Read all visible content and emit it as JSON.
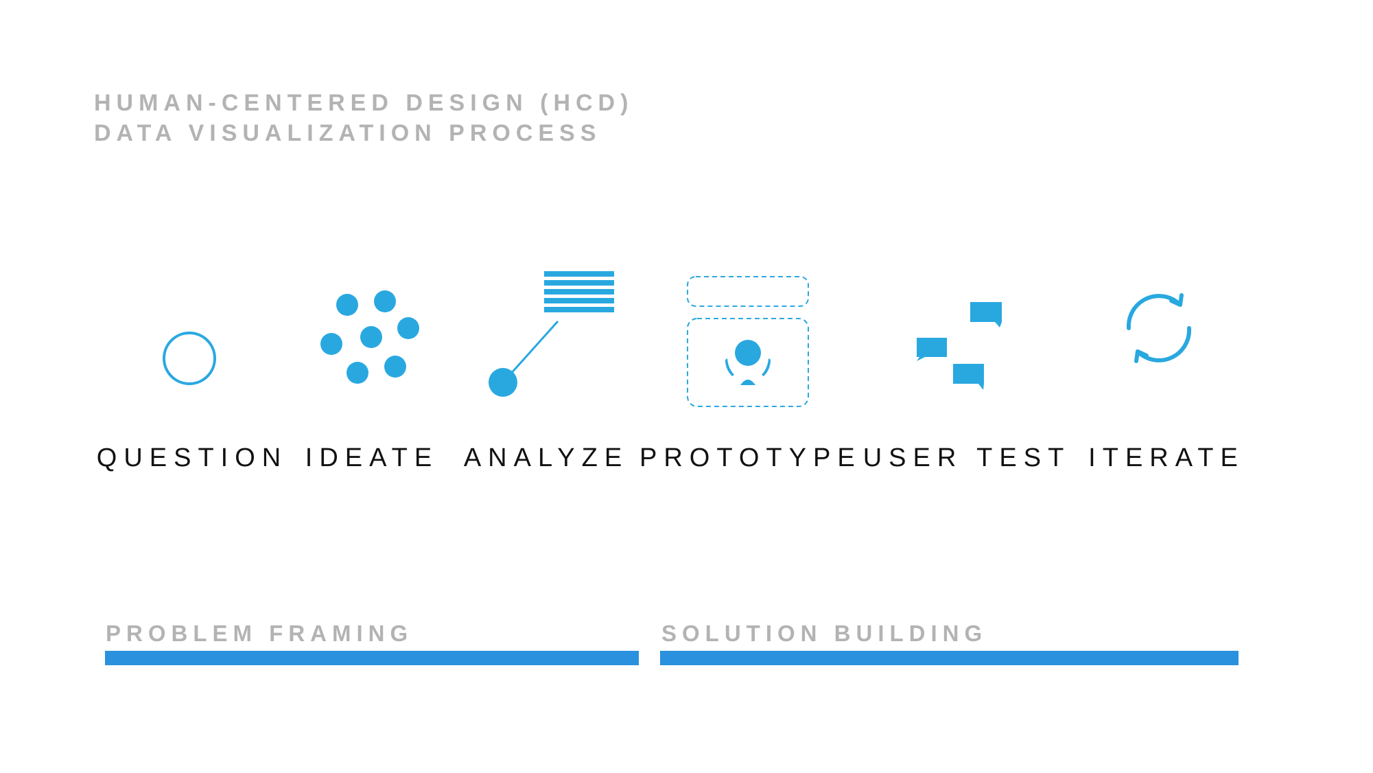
{
  "title": {
    "line1": "HUMAN-CENTERED DESIGN (HCD)",
    "line2": "DATA VISUALIZATION PROCESS"
  },
  "steps": [
    {
      "label": "QUESTION",
      "icon": "circle-outline-icon"
    },
    {
      "label": "IDEATE",
      "icon": "dots-cluster-icon"
    },
    {
      "label": "ANALYZE",
      "icon": "magnify-lines-icon"
    },
    {
      "label": "PROTOTYPE",
      "icon": "wireframe-icon"
    },
    {
      "label": "USER TEST",
      "icon": "chat-bubbles-icon"
    },
    {
      "label": "ITERATE",
      "icon": "refresh-arrows-icon"
    }
  ],
  "phases": [
    {
      "label": "PROBLEM FRAMING"
    },
    {
      "label": "SOLUTION BUILDING"
    }
  ],
  "colors": {
    "accent": "#29a8e0",
    "bar": "#2991dd",
    "title_gray": "#b3b3b3",
    "label_dark": "#111111"
  }
}
